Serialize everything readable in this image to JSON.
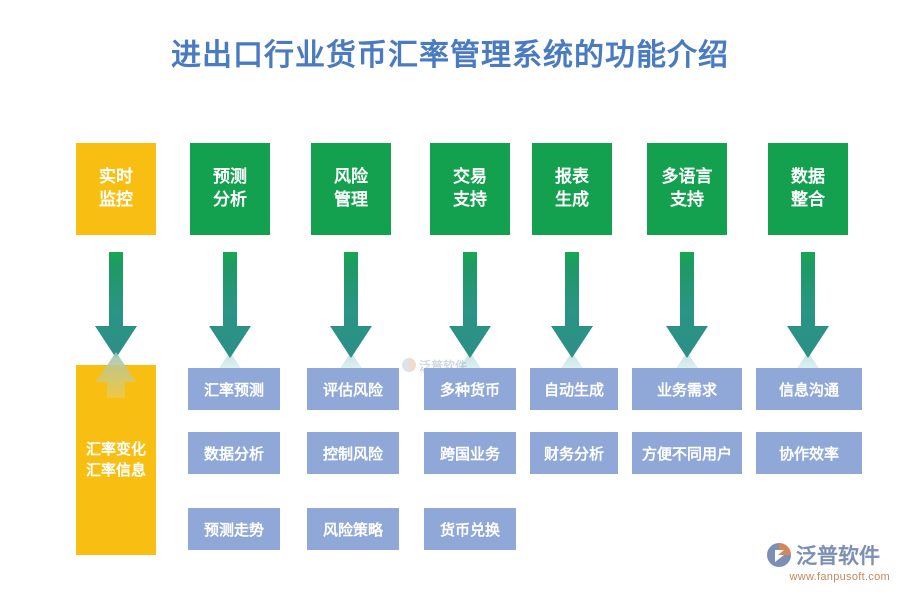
{
  "title": "进出口行业货币汇率管理系统的功能介绍",
  "colors": {
    "title": "#4A7BC0",
    "highlight": "#F9BE12",
    "feature": "#13A14F",
    "sub": "#8FA8D8",
    "arrow_top": "#13A14F",
    "arrow_bottom": "#2A9485",
    "background": "#FFFFFF"
  },
  "columns": [
    {
      "id": "realtime-monitoring",
      "highlight": true,
      "top": {
        "lines": [
          "实时",
          "监控"
        ]
      },
      "summary": {
        "lines": [
          "汇率变化",
          "汇率信息"
        ]
      },
      "subs": []
    },
    {
      "id": "forecast-analysis",
      "highlight": false,
      "top": {
        "lines": [
          "预测",
          "分析"
        ]
      },
      "subs": [
        "汇率预测",
        "数据分析",
        "预测走势"
      ]
    },
    {
      "id": "risk-management",
      "highlight": false,
      "top": {
        "lines": [
          "风险",
          "管理"
        ]
      },
      "subs": [
        "评估风险",
        "控制风险",
        "风险策略"
      ]
    },
    {
      "id": "transaction-support",
      "highlight": false,
      "top": {
        "lines": [
          "交易",
          "支持"
        ]
      },
      "subs": [
        "多种货币",
        "跨国业务",
        "货币兑换"
      ]
    },
    {
      "id": "report-generation",
      "highlight": false,
      "top": {
        "lines": [
          "报表",
          "生成"
        ]
      },
      "subs": [
        "自动生成",
        "财务分析"
      ]
    },
    {
      "id": "multilanguage-support",
      "highlight": false,
      "top": {
        "lines": [
          "多语言",
          "支持"
        ]
      },
      "subs": [
        "业务需求",
        "方便不同用户"
      ]
    },
    {
      "id": "data-integration",
      "highlight": false,
      "top": {
        "lines": [
          "数据",
          "整合"
        ]
      },
      "subs": [
        "信息沟通",
        "协作效率"
      ]
    }
  ],
  "watermark": {
    "text": "泛普软件",
    "url": "www.fanpusoft.com"
  },
  "logo": {
    "name": "泛普软件",
    "url": "www.fanpusoft.com"
  }
}
